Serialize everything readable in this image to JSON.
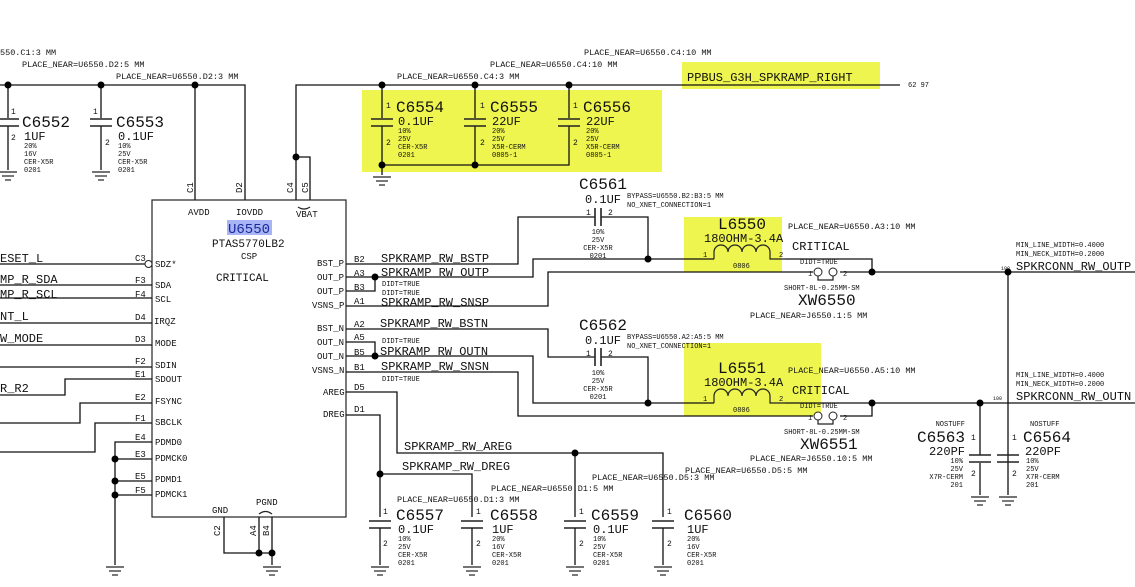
{
  "colors": {
    "highlight": "#eef54f",
    "selection": "#a9b4f5"
  },
  "top_notes": [
    "550.C1:3 MM",
    "PLACE_NEAR=U6550.D2:5 MM",
    "PLACE_NEAR=U6550.D2:3 MM",
    "PLACE_NEAR=U6550.C4:3 MM",
    "PLACE_NEAR=U6550.C4:10 MM",
    "PLACE_NEAR=U6550.C4:10 MM"
  ],
  "power_net": {
    "name": "PPBUS_G3H_SPKRAMP_RIGHT",
    "page_ref": "62 97"
  },
  "caps": {
    "c6552": {
      "ref": "C6552",
      "value": "1UF",
      "specs": [
        "20%",
        "16V",
        "CER-X5R",
        "0201"
      ]
    },
    "c6553": {
      "ref": "C6553",
      "value": "0.1UF",
      "specs": [
        "10%",
        "25V",
        "CER-X5R",
        "0201"
      ]
    },
    "c6554": {
      "ref": "C6554",
      "value": "0.1UF",
      "specs": [
        "10%",
        "25V",
        "CER-X5R",
        "0201"
      ]
    },
    "c6555": {
      "ref": "C6555",
      "value": "22UF",
      "specs": [
        "20%",
        "25V",
        "X5R-CERM",
        "0805-1"
      ]
    },
    "c6556": {
      "ref": "C6556",
      "value": "22UF",
      "specs": [
        "20%",
        "25V",
        "X5R-CERM",
        "0805-1"
      ]
    },
    "c6557": {
      "ref": "C6557",
      "value": "0.1UF",
      "specs": [
        "10%",
        "25V",
        "CER-X5R",
        "0201"
      ]
    },
    "c6558": {
      "ref": "C6558",
      "value": "1UF",
      "specs": [
        "20%",
        "16V",
        "CER-X5R",
        "0201"
      ]
    },
    "c6559": {
      "ref": "C6559",
      "value": "0.1UF",
      "specs": [
        "10%",
        "25V",
        "CER-X5R",
        "0201"
      ]
    },
    "c6560": {
      "ref": "C6560",
      "value": "1UF",
      "specs": [
        "20%",
        "16V",
        "CER-X5R",
        "0201"
      ]
    },
    "c6561": {
      "ref": "C6561",
      "value": "0.1UF",
      "specs": [
        "10%",
        "25V",
        "CER-X5R",
        "0201"
      ],
      "notes": [
        "BYPASS=U6550.B2:B3:5 MM",
        "NO_XNET_CONNECTION=1"
      ]
    },
    "c6562": {
      "ref": "C6562",
      "value": "0.1UF",
      "specs": [
        "10%",
        "25V",
        "CER-X5R",
        "0201"
      ],
      "notes": [
        "BYPASS=U6550.A2:A5:5 MM",
        "NO_XNET_CONNECTION=1"
      ]
    },
    "c6563": {
      "ref": "C6563",
      "value": "220PF",
      "stuff": "NOSTUFF",
      "specs": [
        "10%",
        "25V",
        "X7R-CERM",
        "201"
      ]
    },
    "c6564": {
      "ref": "C6564",
      "value": "220PF",
      "stuff": "NOSTUFF",
      "specs": [
        "10%",
        "25V",
        "X7R-CERM",
        "201"
      ]
    }
  },
  "pin_nums": {
    "one": "1",
    "two": "2"
  },
  "chip": {
    "ref": "U6550",
    "part": "PTAS5770LB2",
    "pkg": "CSP",
    "critical": "CRITICAL",
    "top_pins": [
      {
        "num": "C1",
        "name": "AVDD"
      },
      {
        "num": "D2",
        "name": "IOVDD"
      },
      {
        "num": "C4",
        "name": ""
      },
      {
        "num": "C5",
        "name": "VBAT"
      }
    ],
    "left_pins": [
      {
        "num": "C3",
        "name": "SDZ*"
      },
      {
        "num": "F3",
        "name": "SDA"
      },
      {
        "num": "F4",
        "name": "SCL"
      },
      {
        "num": "D4",
        "name": "IRQZ"
      },
      {
        "num": "D3",
        "name": "MODE"
      },
      {
        "num": "F2",
        "name": "SDIN"
      },
      {
        "num": "E1",
        "name": "SDOUT"
      },
      {
        "num": "E2",
        "name": "FSYNC"
      },
      {
        "num": "F1",
        "name": "SBCLK"
      },
      {
        "num": "E4",
        "name": "PDMD0"
      },
      {
        "num": "E3",
        "name": "PDMCK0"
      },
      {
        "num": "E5",
        "name": "PDMD1"
      },
      {
        "num": "F5",
        "name": "PDMCK1"
      }
    ],
    "right_pins": [
      {
        "num": "B2",
        "name": "BST_P"
      },
      {
        "num": "A3",
        "name": "OUT_P"
      },
      {
        "num": "B3",
        "name": "OUT_P"
      },
      {
        "num": "A1",
        "name": "VSNS_P"
      },
      {
        "num": "A2",
        "name": "BST_N"
      },
      {
        "num": "A5",
        "name": "OUT_N"
      },
      {
        "num": "B5",
        "name": "OUT_N"
      },
      {
        "num": "B1",
        "name": "VSNS_N"
      },
      {
        "num": "D5",
        "name": "AREG"
      },
      {
        "num": "D1",
        "name": "DREG"
      }
    ],
    "bottom_pins": [
      {
        "num": "C2",
        "name": "GND"
      },
      {
        "num": "A4",
        "name": "PGND"
      },
      {
        "num": "B4",
        "name": ""
      }
    ]
  },
  "left_nets": [
    "ESET_L",
    "MP_R_SDA",
    "MP_R_SCL",
    "NT_L",
    "W_MODE",
    "R_R2"
  ],
  "right_nets": {
    "bstp": "SPKRAMP_RW_BSTP",
    "outp": "SPKRAMP_RW_OUTP",
    "snsp": "SPKRAMP_RW_SNSP",
    "bstn": "SPKRAMP_RW_BSTN",
    "outn": "SPKRAMP_RW_OUTN",
    "snsn": "SPKRAMP_RW_SNSN",
    "areg": "SPKRAMP_RW_AREG",
    "dreg": "SPKRAMP_RW_DREG",
    "didt": "DIDT=TRUE"
  },
  "inductors": {
    "l6550": {
      "ref": "L6550",
      "value": "180OHM-3.4A",
      "pkg": "0806",
      "note": "PLACE_NEAR=U6550.A3:10 MM",
      "critical": "CRITICAL"
    },
    "l6551": {
      "ref": "L6551",
      "value": "180OHM-3.4A",
      "pkg": "0806",
      "note": "PLACE_NEAR=U6550.A5:10 MM",
      "critical": "CRITICAL"
    }
  },
  "shorts": {
    "xw6550": {
      "ref": "XW6550",
      "type": "SHORT-8L-0.25MM-SM",
      "didt": "DIDT=TRUE",
      "note": "PLACE_NEAR=J6550.1:5 MM"
    },
    "xw6551": {
      "ref": "XW6551",
      "type": "SHORT-8L-0.25MM-SM",
      "didt": "DIDT=TRUE",
      "note": "PLACE_NEAR=J6550.10:5 MM"
    }
  },
  "outputs": {
    "outp": {
      "name": "SPKRCONN_RW_OUTP",
      "rule1": "MIN_LINE_WIDTH=0.4000",
      "rule2": "MIN_NECK_WIDTH=0.2000",
      "ref": "100"
    },
    "outn": {
      "name": "SPKRCONN_RW_OUTN",
      "rule1": "MIN_LINE_WIDTH=0.4000",
      "rule2": "MIN_NECK_WIDTH=0.2000",
      "ref": "100"
    }
  },
  "bottom_notes": [
    "PLACE_NEAR=U6550.D1:3 MM",
    "PLACE_NEAR=U6550.D1:5 MM",
    "PLACE_NEAR=U6550.D5:3 MM",
    "PLACE_NEAR=U6550.D5:5 MM"
  ]
}
